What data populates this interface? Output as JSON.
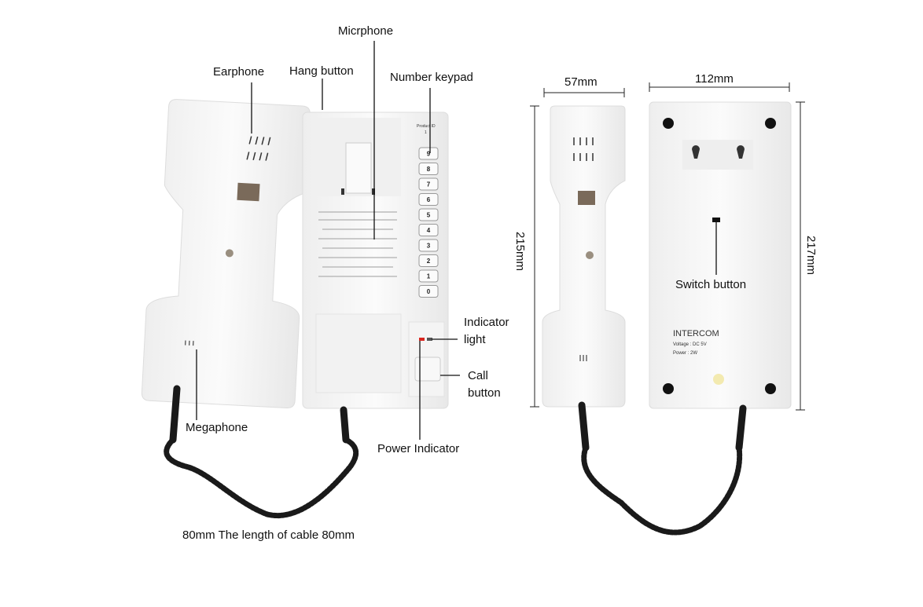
{
  "labels": {
    "microphone": "Micrphone",
    "earphone": "Earphone",
    "hang_button": "Hang button",
    "number_keypad": "Number keypad",
    "indicator_light_1": "Indicator",
    "indicator_light_2": "light",
    "call_button_1": "Call",
    "call_button_2": "button",
    "power_indicator": "Power Indicator",
    "megaphone": "Megaphone",
    "cable": "80mm The length of cable 80mm",
    "switch_button": "Switch button"
  },
  "dimensions": {
    "handset_width": "57mm",
    "base_width": "112mm",
    "handset_height": "215mm",
    "base_height": "217mm"
  },
  "device": {
    "keypad_keys": [
      "9",
      "8",
      "7",
      "6",
      "5",
      "4",
      "3",
      "2",
      "1",
      "0"
    ],
    "product_id_label": "Product ID",
    "product_id_value": "1",
    "back_title": "INTERCOM",
    "voltage": "Voltage : DC 5V",
    "power": "Power : 2W"
  },
  "colors": {
    "indicator_red": "#d8261f",
    "body": "#f7f7f7",
    "cord": "#1a1a1a"
  }
}
